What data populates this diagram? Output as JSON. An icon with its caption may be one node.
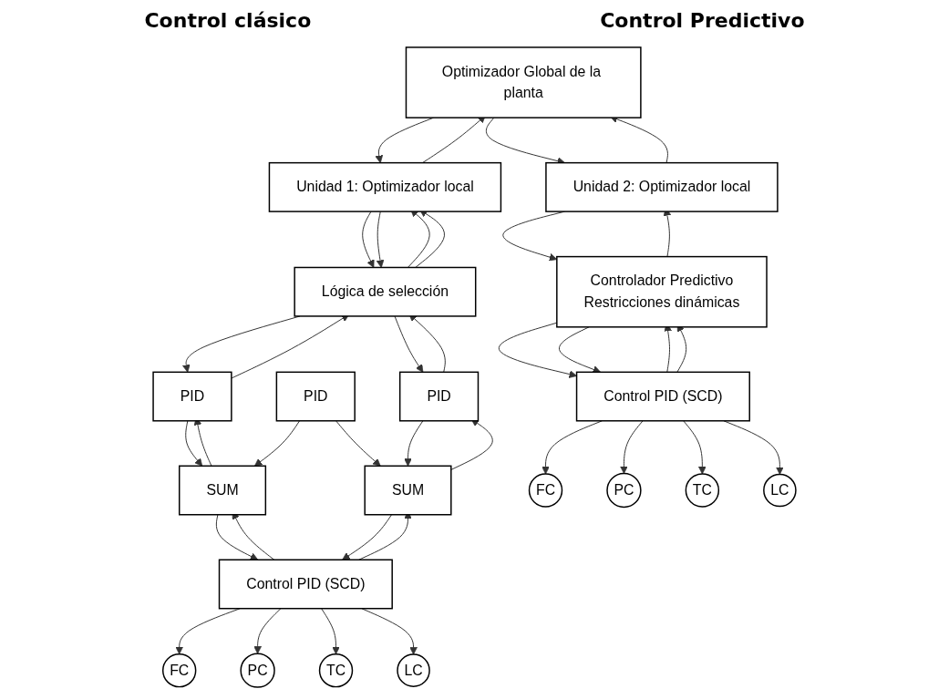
{
  "diagram": {
    "nodes": [
      {
        "text": [
          "Optimizador Global de la planta"
        ]
      },
      {
        "text": [
          "Unidad 1: Optimizador local"
        ]
      },
      {
        "text": [
          "Unidad 2: Optimizador local"
        ]
      },
      {
        "text": [
          "Lógica de selección"
        ]
      },
      {
        "text": [
          "Controlador Predictivo",
          "Restricciones dinámicas"
        ]
      },
      {
        "text": [
          "PID"
        ]
      },
      {
        "text": [
          "PID"
        ]
      },
      {
        "text": [
          "PID"
        ]
      },
      {
        "text": [
          "SUM"
        ]
      },
      {
        "text": [
          "SUM"
        ]
      },
      {
        "text": [
          "Control PID (SCD)"
        ]
      },
      {
        "text": [
          "Control PID (SCD)"
        ]
      },
      {
        "text": [
          "FC"
        ]
      },
      {
        "text": [
          "PC"
        ]
      },
      {
        "text": [
          "TC"
        ]
      },
      {
        "text": [
          "LC"
        ]
      },
      {
        "text": [
          "FC"
        ]
      },
      {
        "text": [
          "PC"
        ]
      },
      {
        "text": [
          "TC"
        ]
      },
      {
        "text": [
          "LC"
        ]
      }
    ],
    "edges": [
      {
        "from": 0,
        "to": 1,
        "arrow": "to"
      },
      {
        "from": 1,
        "to": 0,
        "arrow": "to"
      },
      {
        "from": 0,
        "to": 2,
        "arrow": "to"
      },
      {
        "from": 2,
        "to": 0,
        "arrow": "to"
      },
      {
        "from": 1,
        "to": 3,
        "arrow": "to"
      },
      {
        "from": 1,
        "to": 3,
        "arrow": "to"
      },
      {
        "from": 3,
        "to": 1,
        "arrow": "to"
      },
      {
        "from": 3,
        "to": 1,
        "arrow": "to"
      },
      {
        "from": 2,
        "to": 4,
        "arrow": "to"
      },
      {
        "from": 4,
        "to": 2,
        "arrow": "to"
      },
      {
        "from": 3,
        "to": 5,
        "arrow": "to"
      },
      {
        "from": 5,
        "to": 3,
        "arrow": "to"
      },
      {
        "from": 3,
        "to": 7,
        "arrow": "to"
      },
      {
        "from": 7,
        "to": 3,
        "arrow": "to"
      },
      {
        "from": 5,
        "to": 8,
        "arrow": "to"
      },
      {
        "from": 8,
        "to": 5,
        "arrow": "to"
      },
      {
        "from": 6,
        "to": 8,
        "arrow": "to"
      },
      {
        "from": 6,
        "to": 9,
        "arrow": "to"
      },
      {
        "from": 7,
        "to": 9,
        "arrow": "to"
      },
      {
        "from": 9,
        "to": 7,
        "arrow": "to"
      },
      {
        "from": 8,
        "to": 10,
        "arrow": "to"
      },
      {
        "from": 10,
        "to": 8,
        "arrow": "to"
      },
      {
        "from": 9,
        "to": 10,
        "arrow": "to"
      },
      {
        "from": 10,
        "to": 9,
        "arrow": "to"
      },
      {
        "from": 4,
        "to": 11,
        "arrow": "to"
      },
      {
        "from": 4,
        "to": 11,
        "arrow": "to"
      },
      {
        "from": 11,
        "to": 4,
        "arrow": "to"
      },
      {
        "from": 11,
        "to": 4,
        "arrow": "to"
      },
      {
        "from": 10,
        "to": 12,
        "arrow": "to"
      },
      {
        "from": 10,
        "to": 13,
        "arrow": "to"
      },
      {
        "from": 10,
        "to": 14,
        "arrow": "to"
      },
      {
        "from": 10,
        "to": 15,
        "arrow": "to"
      },
      {
        "from": 11,
        "to": 16,
        "arrow": "to"
      },
      {
        "from": 11,
        "to": 17,
        "arrow": "to"
      },
      {
        "from": 11,
        "to": 18,
        "arrow": "to"
      },
      {
        "from": 11,
        "to": 19,
        "arrow": "to"
      }
    ],
    "labels": [
      "Control clásico",
      "Control Predictivo"
    ]
  }
}
